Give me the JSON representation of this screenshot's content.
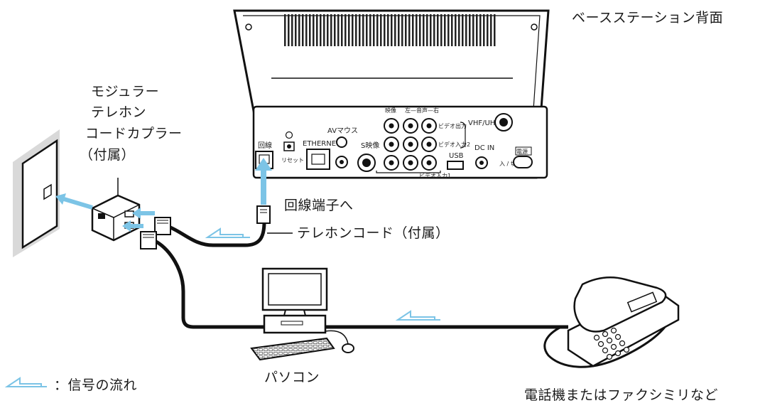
{
  "labels": {
    "base_station_back": "ベースステーション背面",
    "coupler_line1": "モジュラー",
    "coupler_line2": "テレホン",
    "coupler_line3": "コードカプラー",
    "coupler_line4": "（付属）",
    "to_line_terminal": "回線端子へ",
    "telephone_cord": "テレホンコード（付属）",
    "pc": "パソコン",
    "phone_fax": "電話機またはファクシミリなど",
    "legend_signal_flow": "：信号の流れ"
  },
  "panel_labels": {
    "line": "回線",
    "reset": "リセット",
    "ethernet": "ETHERNET",
    "av_mouse": "AVマウス",
    "s_video": "S映像",
    "video": "映像",
    "audio_lr": "左—音声—右",
    "video_out": "ビデオ出力",
    "video_in2": "ビデオ入力2",
    "video_in1": "ビデオ入力1",
    "vhf_uhf": "VHF/UHF",
    "usb": "USB",
    "dc_in": "DC IN",
    "power": "電源",
    "on_off": "入 / 切"
  },
  "colors": {
    "signal_arrow": "#7cc4e6",
    "line": "#000000",
    "wall": "#d9d9d9"
  }
}
